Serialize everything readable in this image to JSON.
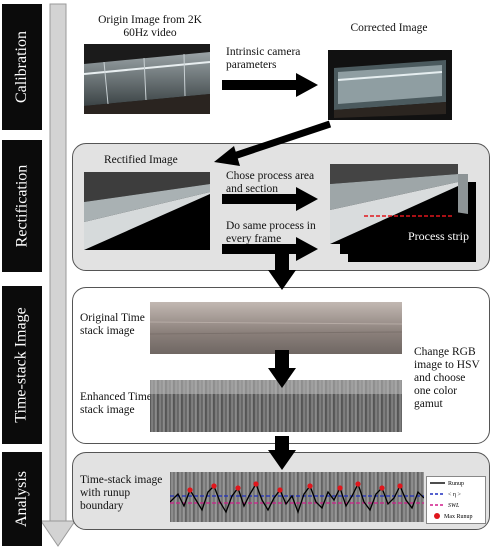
{
  "stages": {
    "calibration": "Calibration",
    "rectification": "Rectification",
    "timestack": "Time-stack Image",
    "analysis": "Analysis"
  },
  "calibration": {
    "origin_label": "Origin Image from 2K 60Hz video",
    "arrow_label": "Intrinsic camera parameters",
    "corrected_label": "Corrected Image"
  },
  "rectification": {
    "rectified_label": "Rectified Image",
    "choose_label": "Chose process area and section",
    "repeat_label": "Do same process in every frame",
    "strip_label": "Process strip"
  },
  "timestack": {
    "original_label": "Original Time stack image",
    "enhanced_label": "Enhanced Time-stack image",
    "hsv_label": "Change RGB image to HSV and choose one color gamut"
  },
  "analysis": {
    "image_label": "Time-stack image with runup boundary",
    "legend": {
      "runup": "Runup",
      "eta": "< η >",
      "swl": "SWL",
      "max_runup": "Max Runup"
    }
  },
  "colors": {
    "stage_bg": "#0b0b0b",
    "panel_grey": "#e2e2e2",
    "runup_line": "#000000",
    "eta_line": "#1f2fbf",
    "swl_line": "#d01c8b",
    "max_marker": "#e0161c"
  }
}
